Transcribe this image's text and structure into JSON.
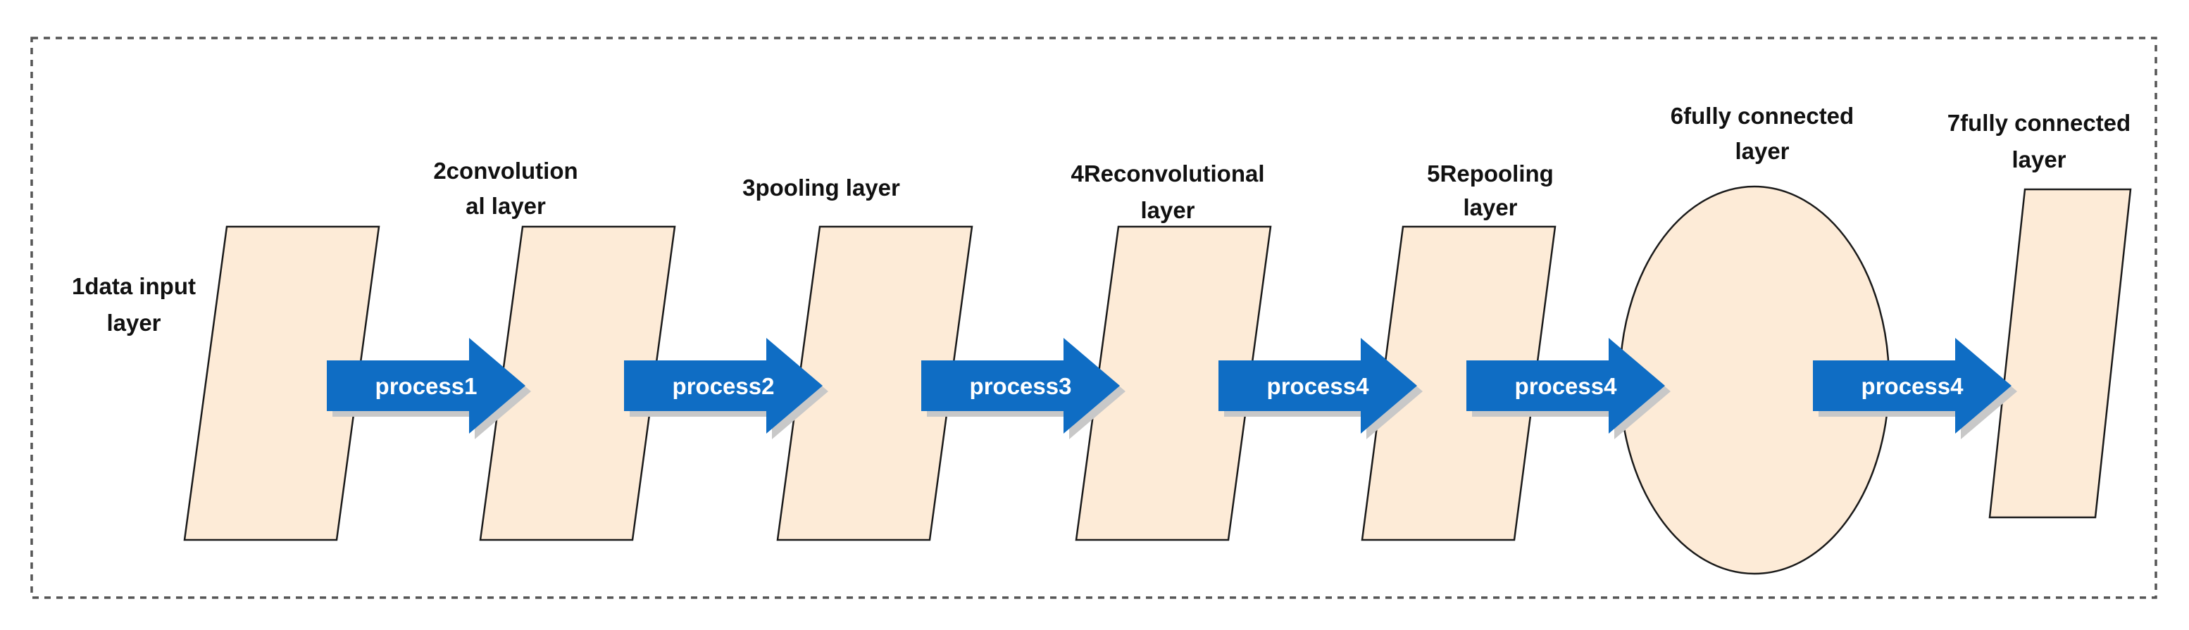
{
  "colors": {
    "layer_fill": "#fdebd7",
    "layer_stroke": "#1a1a1a",
    "arrow_fill": "#0f6dc4",
    "arrow_text": "#ffffff",
    "frame_stroke": "#555555"
  },
  "layers": [
    {
      "label_lines": [
        "1data input",
        "layer"
      ],
      "shape": "parallelogram"
    },
    {
      "label_lines": [
        "2convolution",
        "al layer"
      ],
      "shape": "parallelogram"
    },
    {
      "label_lines": [
        "3pooling layer"
      ],
      "shape": "parallelogram"
    },
    {
      "label_lines": [
        "4Reconvolutional",
        "layer"
      ],
      "shape": "parallelogram"
    },
    {
      "label_lines": [
        "5Repooling",
        "layer"
      ],
      "shape": "parallelogram"
    },
    {
      "label_lines": [
        "6fully connected",
        "layer"
      ],
      "shape": "ellipse"
    },
    {
      "label_lines": [
        "7fully connected",
        "layer"
      ],
      "shape": "parallelogram"
    }
  ],
  "processes": [
    {
      "label": "process1"
    },
    {
      "label": "process2"
    },
    {
      "label": "process3"
    },
    {
      "label": "process4"
    },
    {
      "label": "process4"
    },
    {
      "label": "process4"
    }
  ]
}
